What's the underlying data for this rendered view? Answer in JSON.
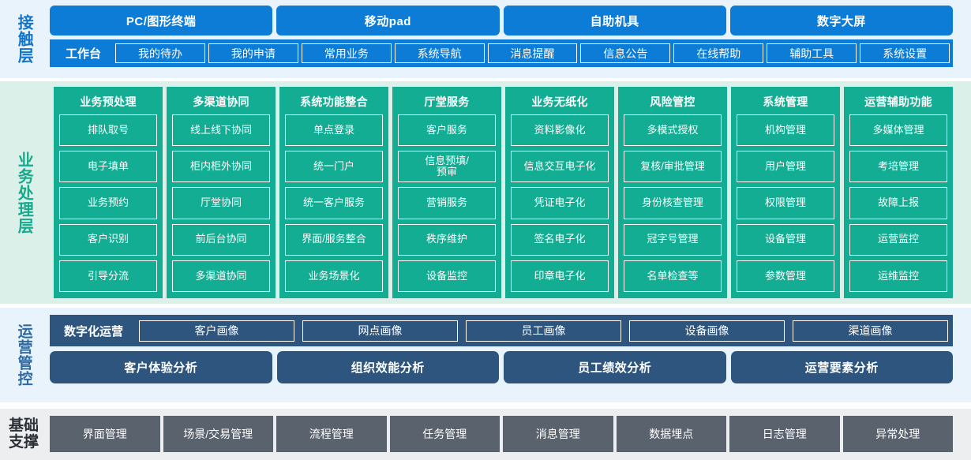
{
  "layers": {
    "touch": {
      "label": "接触层",
      "channels": [
        "PC/图形终端",
        "移动pad",
        "自助机具",
        "数字大屏"
      ],
      "workbench_title": "工作台",
      "workbench_items": [
        "我的待办",
        "我的申请",
        "常用业务",
        "系统导航",
        "消息提醒",
        "信息公告",
        "在线帮助",
        "辅助工具",
        "系统设置"
      ]
    },
    "business": {
      "label": "业务处理层",
      "columns": [
        {
          "title": "业务预处理",
          "items": [
            "排队取号",
            "电子填单",
            "业务预约",
            "客户识别",
            "引导分流"
          ]
        },
        {
          "title": "多渠道协同",
          "items": [
            "线上线下协同",
            "柜内柜外协同",
            "厅堂协同",
            "前后台协同",
            "多渠道协同"
          ]
        },
        {
          "title": "系统功能整合",
          "items": [
            "单点登录",
            "统一门户",
            "统一客户服务",
            "界面/服务整合",
            "业务场景化"
          ]
        },
        {
          "title": "厅堂服务",
          "items": [
            "客户服务",
            "信息预填/\n预审",
            "营销服务",
            "秩序维护",
            "设备监控"
          ]
        },
        {
          "title": "业务无纸化",
          "items": [
            "资料影像化",
            "信息交互电子化",
            "凭证电子化",
            "签名电子化",
            "印章电子化"
          ]
        },
        {
          "title": "风险管控",
          "items": [
            "多模式授权",
            "复核/审批管理",
            "身份核查管理",
            "冠字号管理",
            "名单检查等"
          ]
        },
        {
          "title": "系统管理",
          "items": [
            "机构管理",
            "用户管理",
            "权限管理",
            "设备管理",
            "参数管理"
          ]
        },
        {
          "title": "运营辅助功能",
          "items": [
            "多媒体管理",
            "考培管理",
            "故障上报",
            "运营监控",
            "运维监控"
          ]
        }
      ]
    },
    "operations": {
      "label": "运营管控",
      "digital_ops_title": "数字化运营",
      "portraits": [
        "客户画像",
        "网点画像",
        "员工画像",
        "设备画像",
        "渠道画像"
      ],
      "analyses": [
        "客户体验分析",
        "组织效能分析",
        "员工绩效分析",
        "运营要素分析"
      ]
    },
    "base": {
      "label": "基础\n支撑",
      "items": [
        "界面管理",
        "场景/交易管理",
        "流程管理",
        "任务管理",
        "消息管理",
        "数据埋点",
        "日志管理",
        "异常处理"
      ]
    }
  },
  "colors": {
    "touch_band_bg": "#e8f3fc",
    "touch_accent": "#0d7cd6",
    "touch_label": "#1375c9",
    "business_band_bg": "#dcf0ea",
    "business_accent": "#12ad92",
    "business_label": "#16a98b",
    "ops_band_bg": "#e8f3fc",
    "ops_accent": "#2e557d",
    "ops_label": "#2e6aa0",
    "base_band_bg": "#eceef0",
    "base_accent": "#5a626e",
    "base_label": "#2b2f36"
  }
}
